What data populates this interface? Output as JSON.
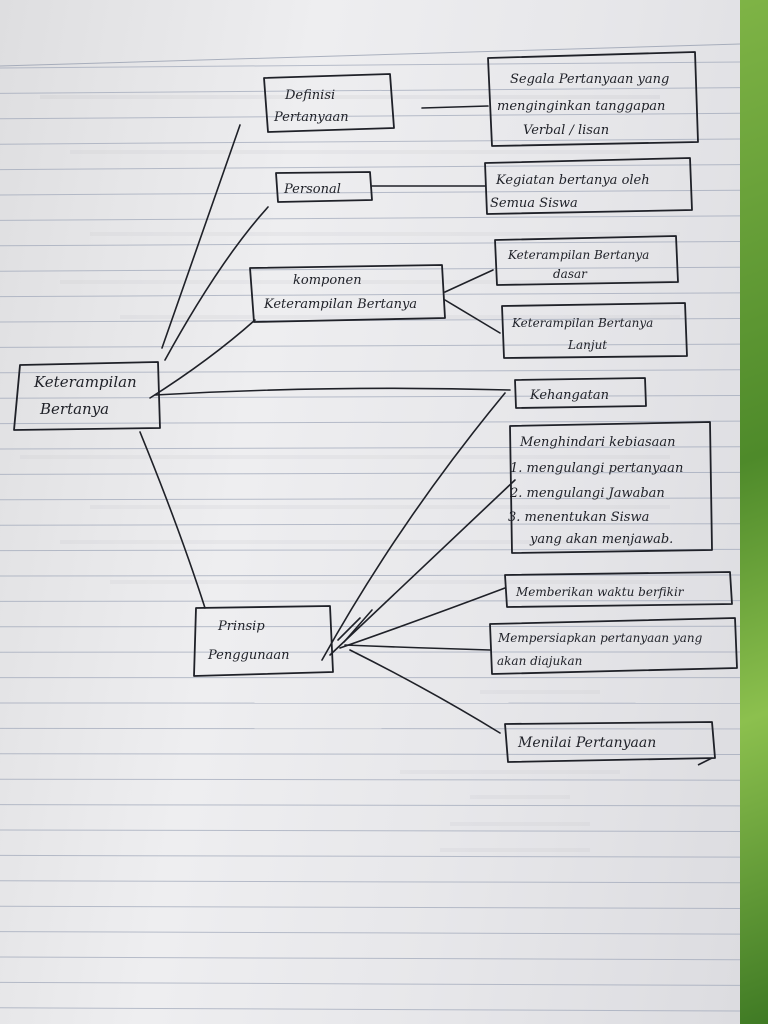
{
  "diagram": {
    "center": {
      "lines": [
        "Keterampilan",
        "Bertanya"
      ]
    },
    "nodes": {
      "definisi": {
        "lines": [
          "Definisi",
          "Pertanyaan"
        ]
      },
      "definisi_desc": {
        "lines": [
          "Segala Pertanyaan yang",
          "menginginkan tanggapan",
          "Verbal / lisan"
        ]
      },
      "personal": {
        "lines": [
          "Personal"
        ]
      },
      "personal_desc": {
        "lines": [
          "Kegiatan bertanya oleh",
          "Semua Siswa"
        ]
      },
      "komponen": {
        "lines": [
          "komponen",
          "Keterampilan Bertanya"
        ]
      },
      "komponen_dasar": {
        "lines": [
          "Keterampilan Bertanya",
          "dasar"
        ]
      },
      "komponen_lanjut": {
        "lines": [
          "Keterampilan Bertanya",
          "Lanjut"
        ]
      },
      "prinsip": {
        "lines": [
          "Prinsip",
          "Penggunaan"
        ]
      },
      "kehangatan": {
        "lines": [
          "Kehangatan"
        ]
      },
      "kebiasaan": {
        "lines": [
          "Menghindari kebiasaan",
          "1. mengulangi pertanyaan",
          "2. mengulangi Jawaban",
          "3. menentukan Siswa",
          "yang akan menjawab."
        ]
      },
      "waktu": {
        "lines": [
          "Memberikan waktu berfikir"
        ]
      },
      "persiapan": {
        "lines": [
          "Mempersiapkan pertanyaan yang",
          "akan diajukan"
        ]
      },
      "menilai": {
        "lines": [
          "Menilai Pertanyaan"
        ]
      }
    }
  },
  "colors": {
    "ink": "#1f2128",
    "paper": "#e9e9ec",
    "rule": "#9ea6b8",
    "margin": "#c9a3b3",
    "background": "#6f9d3c"
  }
}
